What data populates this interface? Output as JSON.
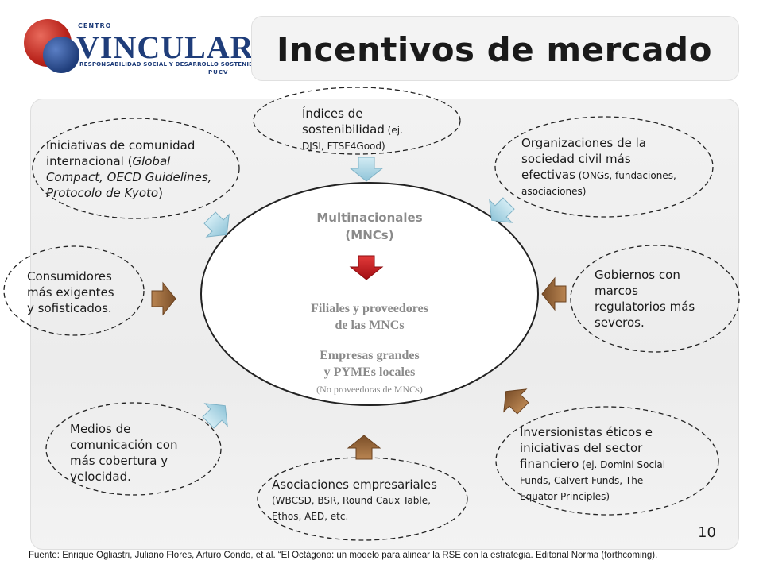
{
  "title": "Incentivos de mercado",
  "logo": {
    "centro": "CENTRO",
    "name": "VINCULAR",
    "tagline": "RESPONSABILIDAD SOCIAL Y DESARROLLO SOSTENIBLE",
    "institution": "PUCV"
  },
  "center": {
    "heading_line1": "Multinacionales",
    "heading_line2": "(MNCs)",
    "filiales_line1": "Filiales y proveedores",
    "filiales_line2": "de las MNCs",
    "empresas_line1": "Empresas grandes",
    "empresas_line2": "y PYMEs locales",
    "empresas_note": "(No proveedoras de MNCs)"
  },
  "nodes": {
    "indices": {
      "line1": "Índices de",
      "line2": "sostenibilidad",
      "line2_small": " (ej.",
      "line3": "DJSI, FTSE4Good)"
    },
    "iniciativas": {
      "line1": "Iniciativas de comunidad",
      "line2a": "internacional (",
      "line2b": "Global",
      "line3": "Compact, OECD Guidelines,",
      "line4a": "Protocolo de Kyoto",
      "line4b": ")"
    },
    "organizaciones": {
      "line1": "Organizaciones de la",
      "line2": "sociedad civil más",
      "line3a": "efectivas",
      "line3b": " (ONGs, fundaciones,",
      "line4": "asociaciones)"
    },
    "consumidores": {
      "line1": "Consumidores",
      "line2": "más exigentes",
      "line3": "y sofisticados."
    },
    "gobiernos": {
      "line1": "Gobiernos con",
      "line2": "marcos",
      "line3": "regulatorios más",
      "line4": "severos."
    },
    "medios": {
      "line1": "Medios de",
      "line2": "comunicación con",
      "line3": "más cobertura y",
      "line4": "velocidad."
    },
    "asociaciones": {
      "line1": "Asociaciones empresariales",
      "line2": "(WBCSD, BSR, Round Caux Table,",
      "line3": "Ethos, AED, etc."
    },
    "inversionistas": {
      "line1": "Inversionistas éticos e",
      "line2": "iniciativas del sector",
      "line3a": "financiero",
      "line3b": " (ej. Domini Social",
      "line4": "Funds, Calvert Funds, The",
      "line5": "Equator Principles)"
    }
  },
  "page_number": "10",
  "footer": "Fuente: Enrique Ogliastri, Juliano Flores, Arturo Condo, et al. “El Octágono: un modelo para alinear la RSE con la estrategia. Editorial Norma (forthcoming).",
  "colors": {
    "blue_arrow": "#a8d3e3",
    "brown_arrow": "#9c6a3c",
    "red_arrow": "#c8141a",
    "center_text": "#8a8a8a"
  }
}
